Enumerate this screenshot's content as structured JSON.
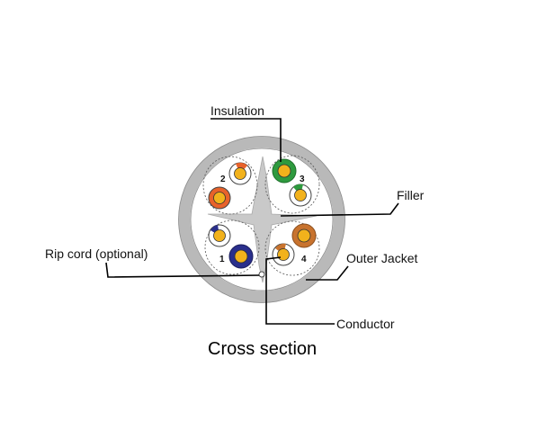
{
  "labels": {
    "insulation": "Insulation",
    "filler": "Filler",
    "rip_cord": "Rip cord (optional)",
    "outer_jacket": "Outer Jacket",
    "conductor": "Conductor"
  },
  "caption": "Cross section",
  "pairs": [
    "1",
    "2",
    "3",
    "4"
  ],
  "colors": {
    "jacket": "#b9b9b9",
    "filler": "#c8c8c8",
    "green": "#2e9a3e",
    "orange": "#e8622a",
    "blue": "#2a2f8c",
    "brown": "#c8732e",
    "conductor": "#f2b21c",
    "line": "#000000"
  }
}
